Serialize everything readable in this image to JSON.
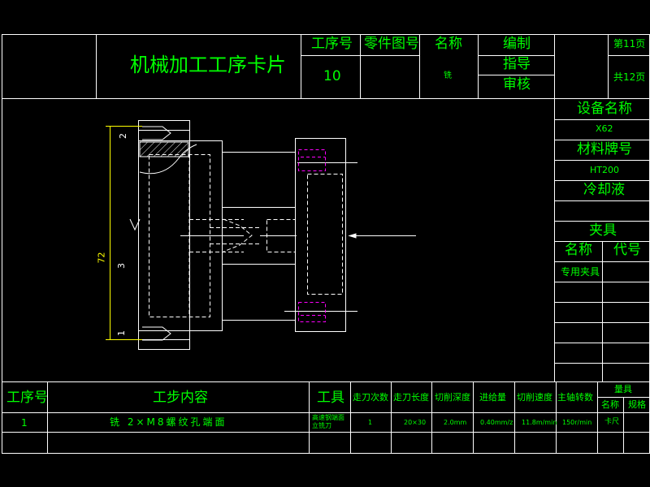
{
  "header": {
    "title": "机械加工工序卡片",
    "col_process_no": "工序号",
    "col_part_drawing_no": "零件图号",
    "col_name": "名称",
    "process_no_value": "10",
    "name_value": "铣",
    "compile": "编制",
    "guide": "指导",
    "review": "审核",
    "sheet_no": "第11页",
    "sheet_total": "共12页"
  },
  "side": {
    "equipment_label": "设备名称",
    "equipment_value": "X62",
    "material_label": "材料牌号",
    "material_value": "HT200",
    "coolant_label": "冷却液",
    "fixture_label": "夹具",
    "fixture_name_label": "名称",
    "fixture_code_label": "代号",
    "fixture_name_value": "专用夹具"
  },
  "drawing": {
    "dim_vertical": "72",
    "mark_2": "2",
    "mark_3": "3",
    "mark_1": "1"
  },
  "steps": {
    "headers": {
      "process_no": "工序号",
      "content": "工步内容",
      "tool": "工具",
      "passes": "走刀次数",
      "length": "走刀长度",
      "depth": "切削深度",
      "feed": "进给量",
      "speed": "切削速度",
      "spindle": "主轴转数",
      "gauge": "量具",
      "gauge_name": "名称",
      "gauge_spec": "规格"
    },
    "rows": [
      {
        "process_no": "1",
        "content": "铣 2×M8螺纹孔端面",
        "tool": "高速钢端面立铣刀",
        "passes": "1",
        "length": "20×30",
        "depth": "2.0mm",
        "feed": "0.40mm/z",
        "speed": "11.8m/min",
        "spindle": "150r/min",
        "gauge_name": "卡尺"
      }
    ]
  }
}
